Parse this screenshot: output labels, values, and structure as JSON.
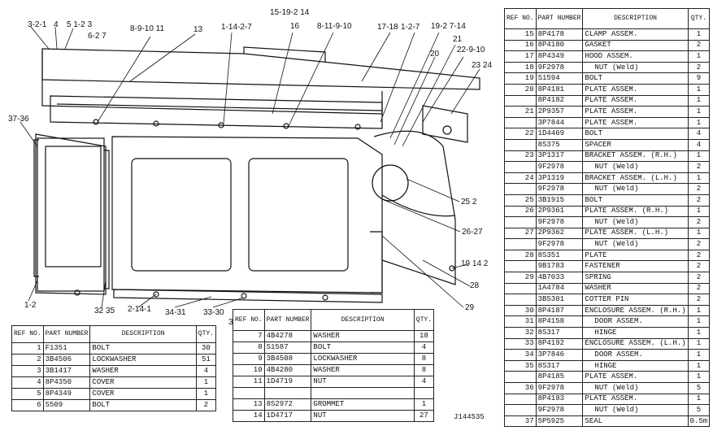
{
  "callouts": {
    "c1": "3-2-1",
    "c2": "4",
    "c3": "5 1-2 3",
    "c4": "6-2 7",
    "c5": "8-9-10 11",
    "c6": "13",
    "c7": "1-14-2-7",
    "c8": "15-19-2 14",
    "c9": "16",
    "c10": "8-11-9-10",
    "c11": "17-18",
    "c12": "1-2-7",
    "c13": "19-2 7-14",
    "c14": "21",
    "c15": "20",
    "c16": "22-9-10",
    "c17": "23 24",
    "c18": "37-36",
    "c19": "25 2",
    "c20": "26-27",
    "c21": "19 14 2",
    "c22": "28",
    "c23": "29",
    "c24": "1-2",
    "c25": "32 35",
    "c26": "2-14-1",
    "c27": "34-31",
    "c28": "33-30",
    "c29": "3"
  },
  "figure_number": "J144535",
  "left_table": {
    "headers": [
      "REF NO.",
      "PART NUMBER",
      "DESCRIPTION",
      "QTY."
    ],
    "rows": [
      {
        "ref": "1",
        "pn": "F1351",
        "desc": "BOLT",
        "qty": "30"
      },
      {
        "ref": "2",
        "pn": "3B4506",
        "desc": "LOCKWASHER",
        "qty": "51"
      },
      {
        "ref": "3",
        "pn": "3B1417",
        "desc": "WASHER",
        "qty": "4"
      },
      {
        "ref": "4",
        "pn": "8P4350",
        "desc": "COVER",
        "qty": "1"
      },
      {
        "ref": "5",
        "pn": "8P4349",
        "desc": "COVER",
        "qty": "1"
      },
      {
        "ref": "6",
        "pn": "S509",
        "desc": "BOLT",
        "qty": "2"
      }
    ]
  },
  "mid_table": {
    "headers": [
      "REF NO.",
      "PART NUMBER",
      "DESCRIPTION",
      "QTY."
    ],
    "rows": [
      {
        "ref": "7",
        "pn": "4B4278",
        "desc": "WASHER",
        "qty": "18"
      },
      {
        "ref": "8",
        "pn": "S1587",
        "desc": "BOLT",
        "qty": "4"
      },
      {
        "ref": "9",
        "pn": "3B4508",
        "desc": "LOCKWASHER",
        "qty": "8"
      },
      {
        "ref": "10",
        "pn": "4B4280",
        "desc": "WASHER",
        "qty": "8"
      },
      {
        "ref": "11",
        "pn": "1D4719",
        "desc": "NUT",
        "qty": "4"
      },
      {
        "ref": "",
        "pn": "",
        "desc": "",
        "qty": ""
      },
      {
        "ref": "13",
        "pn": "8S2972",
        "desc": "GROMMET",
        "qty": "1"
      },
      {
        "ref": "14",
        "pn": "1D4717",
        "desc": "NUT",
        "qty": "27"
      }
    ]
  },
  "right_table": {
    "headers": [
      "REF NO.",
      "PART NUMBER",
      "DESCRIPTION",
      "QTY."
    ],
    "rows": [
      {
        "ref": "15",
        "pn": "8P4178",
        "desc": "CLAMP ASSEM.",
        "qty": "1",
        "indent": false
      },
      {
        "ref": "16",
        "pn": "8P4180",
        "desc": "GASKET",
        "qty": "2",
        "indent": false
      },
      {
        "ref": "17",
        "pn": "8P4349",
        "desc": "HOOD ASSEM.",
        "qty": "1",
        "indent": false
      },
      {
        "ref": "18",
        "pn": "9F2978",
        "desc": "NUT (Weld)",
        "qty": "2",
        "indent": true
      },
      {
        "ref": "19",
        "pn": "S1594",
        "desc": "BOLT",
        "qty": "9",
        "indent": false
      },
      {
        "ref": "20",
        "pn": "8P4181",
        "desc": "PLATE ASSEM.",
        "qty": "1",
        "indent": false
      },
      {
        "ref": "",
        "pn": "8P4182",
        "desc": "PLATE ASSEM.",
        "qty": "1",
        "indent": false
      },
      {
        "ref": "21",
        "pn": "2P9357",
        "desc": "PLATE ASSEM.",
        "qty": "1",
        "indent": false
      },
      {
        "ref": "",
        "pn": "3P7844",
        "desc": "PLATE ASSEM.",
        "qty": "1",
        "indent": false
      },
      {
        "ref": "22",
        "pn": "1D4469",
        "desc": "BOLT",
        "qty": "4",
        "indent": false
      },
      {
        "ref": "",
        "pn": "8S375",
        "desc": "SPACER",
        "qty": "4",
        "indent": false
      },
      {
        "ref": "23",
        "pn": "3P1317",
        "desc": "BRACKET ASSEM. (R.H.)",
        "qty": "1",
        "indent": false
      },
      {
        "ref": "",
        "pn": "9F2978",
        "desc": "NUT (Weld)",
        "qty": "2",
        "indent": true
      },
      {
        "ref": "24",
        "pn": "3P1319",
        "desc": "BRACKET ASSEM. (L.H.)",
        "qty": "1",
        "indent": false
      },
      {
        "ref": "",
        "pn": "9F2978",
        "desc": "NUT (Weld)",
        "qty": "2",
        "indent": true
      },
      {
        "ref": "25",
        "pn": "3B1915",
        "desc": "BOLT",
        "qty": "2",
        "indent": false
      },
      {
        "ref": "26",
        "pn": "2P9361",
        "desc": "PLATE ASSEM. (R.H.)",
        "qty": "1",
        "indent": false
      },
      {
        "ref": "",
        "pn": "9F2978",
        "desc": "NUT (Weld)",
        "qty": "2",
        "indent": true
      },
      {
        "ref": "27",
        "pn": "2P9362",
        "desc": "PLATE ASSEM. (L.H.)",
        "qty": "1",
        "indent": false
      },
      {
        "ref": "",
        "pn": "9F2978",
        "desc": "NUT (Weld)",
        "qty": "2",
        "indent": true
      },
      {
        "ref": "28",
        "pn": "8S351",
        "desc": "PLATE",
        "qty": "2",
        "indent": false
      },
      {
        "ref": "",
        "pn": "9B1783",
        "desc": "FASTENER",
        "qty": "2",
        "indent": false
      },
      {
        "ref": "29",
        "pn": "4B7033",
        "desc": "SPRING",
        "qty": "2",
        "indent": false
      },
      {
        "ref": "",
        "pn": "1A4784",
        "desc": "WASHER",
        "qty": "2",
        "indent": false
      },
      {
        "ref": "",
        "pn": "3B5301",
        "desc": "COTTER PIN",
        "qty": "2",
        "indent": false
      },
      {
        "ref": "30",
        "pn": "8P4187",
        "desc": "ENCLOSURE ASSEM. (R.H.)",
        "qty": "1",
        "indent": false
      },
      {
        "ref": "31",
        "pn": "8P4158",
        "desc": "DOOR ASSEM.",
        "qty": "1",
        "indent": true
      },
      {
        "ref": "32",
        "pn": "8S317",
        "desc": "HINGE",
        "qty": "1",
        "indent": true
      },
      {
        "ref": "33",
        "pn": "8P4192",
        "desc": "ENCLOSURE ASSEM. (L.H.)",
        "qty": "1",
        "indent": false
      },
      {
        "ref": "34",
        "pn": "3P7846",
        "desc": "DOOR ASSEM.",
        "qty": "1",
        "indent": true
      },
      {
        "ref": "35",
        "pn": "8S317",
        "desc": "HINGE",
        "qty": "1",
        "indent": true
      },
      {
        "ref": "",
        "pn": "8P4185",
        "desc": "PLATE ASSEM.",
        "qty": "1",
        "indent": false
      },
      {
        "ref": "36",
        "pn": "9F2978",
        "desc": "NUT (Weld)",
        "qty": "5",
        "indent": true
      },
      {
        "ref": "",
        "pn": "8P4183",
        "desc": "PLATE ASSEM.",
        "qty": "1",
        "indent": false
      },
      {
        "ref": "",
        "pn": "9F2978",
        "desc": "NUT (Weld)",
        "qty": "5",
        "indent": true
      },
      {
        "ref": "37",
        "pn": "5P5925",
        "desc": "SEAL",
        "qty": "0.5m",
        "indent": false
      }
    ]
  }
}
